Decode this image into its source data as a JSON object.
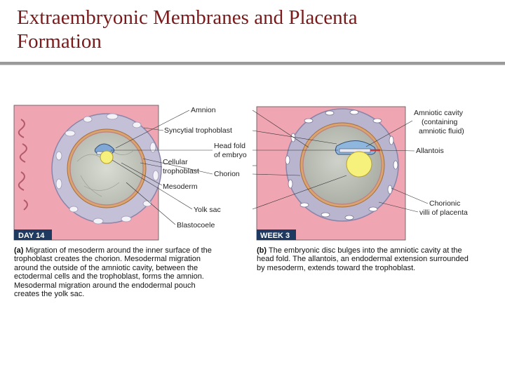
{
  "slide": {
    "title_line1": "Extraembryonic Membranes and Placenta",
    "title_line2": "Formation"
  },
  "panel_a": {
    "tag": "DAY 14",
    "labels": {
      "amnion": "Amnion",
      "syncytial": "Syncytial trophoblast",
      "head_fold_1": "Head fold",
      "head_fold_2": "of embryo",
      "cellular_1": "Cellular",
      "cellular_2": "trophoblast",
      "chorion": "Chorion",
      "mesoderm": "Mesoderm",
      "yolk_sac": "Yolk sac",
      "blastocoele": "Blastocoele"
    },
    "caption": {
      "letter": "(a)",
      "lines": [
        "Migration of mesoderm around the inner surface of the",
        "trophoblast creates the chorion. Mesodermal migration",
        "around the outside of the amniotic cavity, between the",
        "ectodermal cells and the trophoblast, forms the amnion.",
        "Mesodermal migration around the endodermal pouch",
        "creates the yolk sac."
      ]
    }
  },
  "panel_b": {
    "tag": "WEEK 3",
    "labels": {
      "amniotic_1": "Amniotic cavity",
      "amniotic_2": "(containing",
      "amniotic_3": "amniotic fluid)",
      "allantois": "Allantois",
      "chorionic_1": "Chorionic",
      "chorionic_2": "villi of placenta"
    },
    "caption": {
      "letter": "(b)",
      "lines": [
        "The embryonic disc bulges into the amniotic cavity at the",
        "head fold. The allantois, an endodermal extension surrounded",
        "by mesoderm, extends toward the trophoblast."
      ]
    }
  },
  "colors": {
    "title": "#7a1a1a",
    "uterine_tissue": "#efa0ae",
    "trophoblast": "#b9b5cf",
    "cavity": "#c9ccc3",
    "yolk": "#f6f07c",
    "amnion_blue": "#8fb7de",
    "tag_bg": "#1e3a60"
  }
}
